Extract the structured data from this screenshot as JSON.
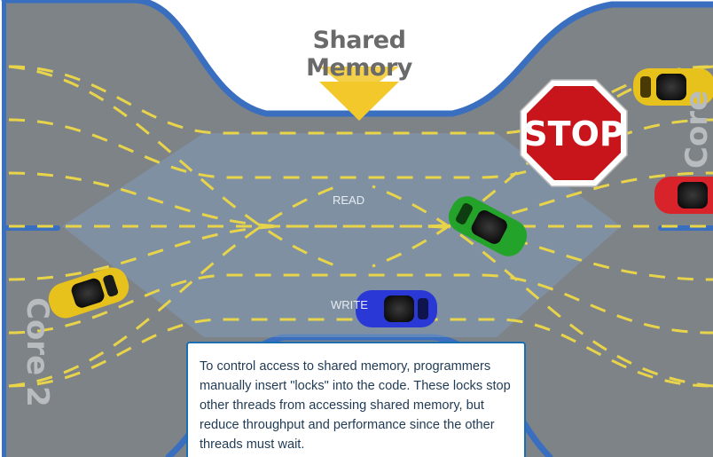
{
  "title": "Shared Memory",
  "sign": {
    "text": "STOP"
  },
  "zone_labels": {
    "read": "READ",
    "write": "WRITE"
  },
  "lanes": {
    "left": "Core 2",
    "right": "Core"
  },
  "caption": "To control access to shared memory, programmers manually insert \"locks\" into the code. These locks stop other threads from accessing shared memory, but reduce throughput and performance since the other threads must wait.",
  "cars": [
    {
      "name": "yellow-car-left",
      "color": "#e8c21c"
    },
    {
      "name": "green-car",
      "color": "#24a32a"
    },
    {
      "name": "blue-car",
      "color": "#2a39d6"
    },
    {
      "name": "yellow-car-right",
      "color": "#e8c21c"
    },
    {
      "name": "red-car",
      "color": "#d8232a"
    }
  ],
  "colors": {
    "road": "#7e8388",
    "road_edge": "#3a6fc0",
    "lane_marking": "#e8d44a",
    "zone": "#7f9ab8",
    "arrow": "#f2c82a",
    "caption_border": "#1b6fb0",
    "stop_red": "#c8141b"
  }
}
